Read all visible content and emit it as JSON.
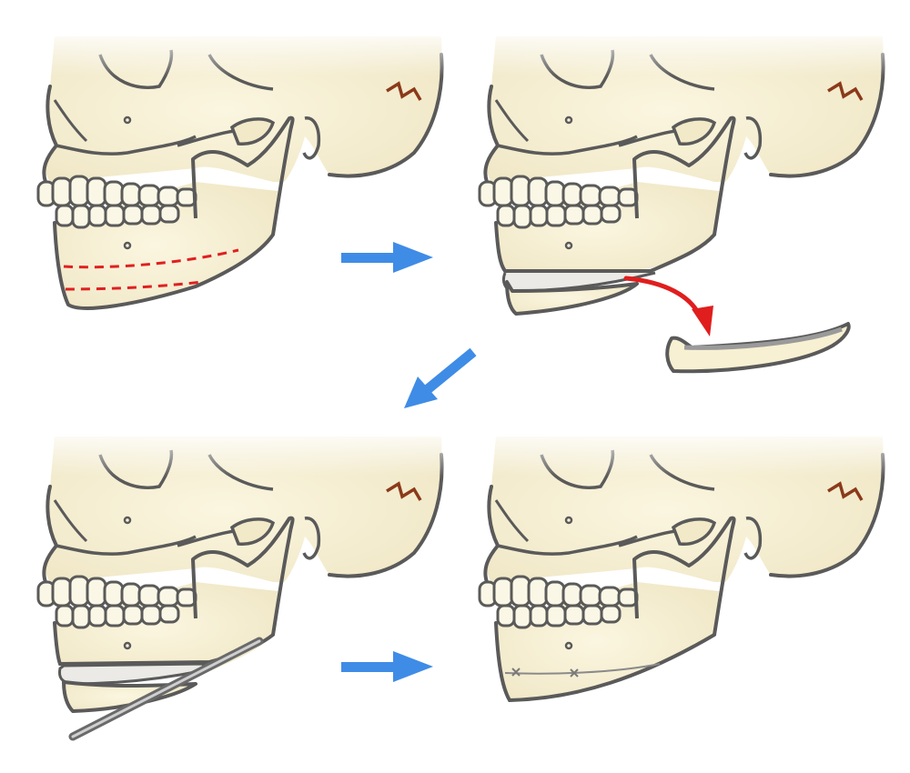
{
  "colors": {
    "bone": "#f7f0d2",
    "outline": "#5a5a5a",
    "cut_line": "#e02020",
    "arrow": "#3f8ce6",
    "red_arrow": "#e01e1e",
    "suture": "#8a3a1a",
    "plate": "#9a9a9a"
  },
  "panels": [
    {
      "step": 1,
      "state": "osteotomy lines marked"
    },
    {
      "step": 2,
      "state": "bone segment removed"
    },
    {
      "step": 3,
      "state": "segment repositioned with instrument"
    },
    {
      "step": 4,
      "state": "fixed result"
    }
  ]
}
